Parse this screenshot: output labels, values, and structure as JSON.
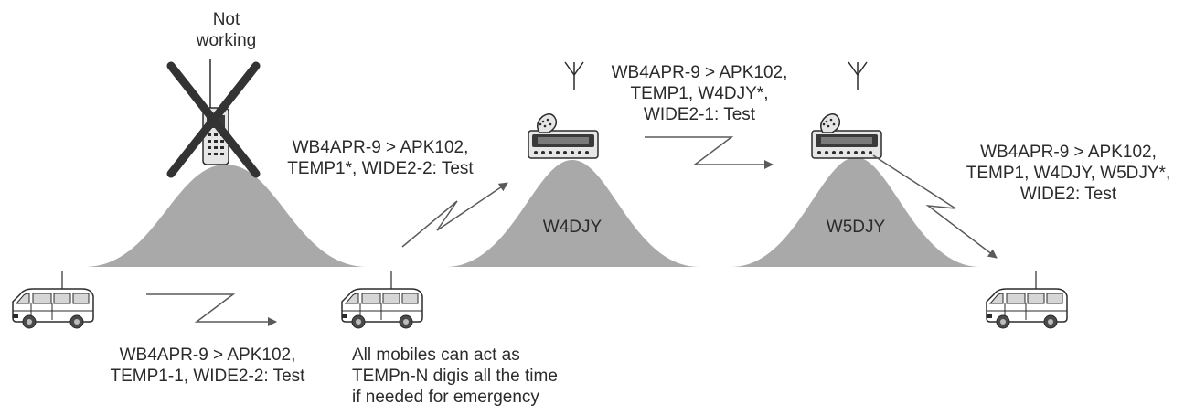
{
  "labels": {
    "not_working": [
      "Not",
      "working"
    ],
    "packet_from_origin": [
      "WB4APR-9 > APK102,",
      "TEMP1-1, WIDE2-2: Test"
    ],
    "packet_after_temp_digi": [
      "WB4APR-9 > APK102,",
      "TEMP1*, WIDE2-2: Test"
    ],
    "packet_after_w4djy": [
      "WB4APR-9 > APK102,",
      "TEMP1, W4DJY*,",
      "WIDE2-1: Test"
    ],
    "packet_after_w5djy": [
      "WB4APR-9 > APK102,",
      "TEMP1, W4DJY, W5DJY*,",
      "WIDE2: Test"
    ],
    "mobiles_note": [
      "All mobiles can act as",
      "TEMPn-N digis all the time",
      "if needed for emergency"
    ],
    "hill_w4djy": "W4DJY",
    "hill_w5djy": "W5DJY"
  },
  "colors": {
    "hill_fill": "#a9a9a9",
    "ink": "#2b2b2b",
    "arrow": "#5a5a5a"
  },
  "icons": {
    "van": "van-icon",
    "radio": "mobile-radio-icon",
    "handheld": "handheld-radio-icon",
    "cross": "x-mark-icon",
    "antenna": "antenna-icon"
  }
}
